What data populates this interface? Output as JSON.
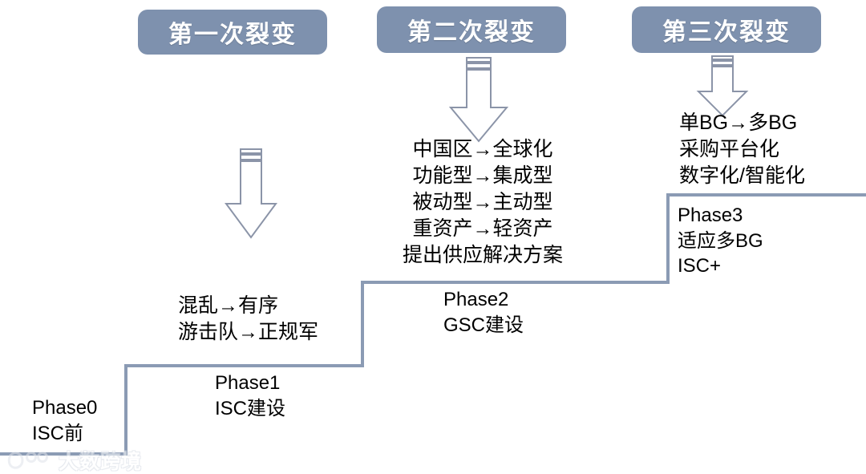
{
  "diagram": {
    "title_boxes": [
      {
        "label": "第一次裂变"
      },
      {
        "label": "第二次裂变"
      },
      {
        "label": "第三次裂变"
      }
    ],
    "colors": {
      "pill_fill": "#7e91ae",
      "pill_text": "#ffffff",
      "stair_line": "#8b9bb4",
      "arrow_stroke": "#8b94a8",
      "body_text": "#000000"
    },
    "arrows": [
      {
        "name": "down-arrow-phase1"
      },
      {
        "name": "down-arrow-phase2"
      },
      {
        "name": "down-arrow-phase3"
      }
    ],
    "steps": [
      {
        "key": "phase0",
        "phase_label": "Phase0",
        "phase_sub": "ISC前",
        "changes": []
      },
      {
        "key": "phase1",
        "phase_label": "Phase1",
        "phase_sub": "ISC建设",
        "changes": [
          "混乱→有序",
          "游击队→正规军"
        ]
      },
      {
        "key": "phase2",
        "phase_label": "Phase2",
        "phase_sub": "GSC建设",
        "changes": [
          "中国区→全球化",
          "功能型→集成型",
          "被动型→主动型",
          "重资产→轻资产",
          "提出供应解决方案"
        ]
      },
      {
        "key": "phase3",
        "phase_label": "Phase3",
        "phase_sub": "适应多BG",
        "phase_sub2": "ISC+",
        "changes": [
          "单BG→多BG",
          "采购平台化",
          "数字化/智能化"
        ]
      }
    ]
  },
  "watermark": {
    "text": "大数跨境",
    "logo_icon": "infinity-eyes-logo-icon"
  }
}
